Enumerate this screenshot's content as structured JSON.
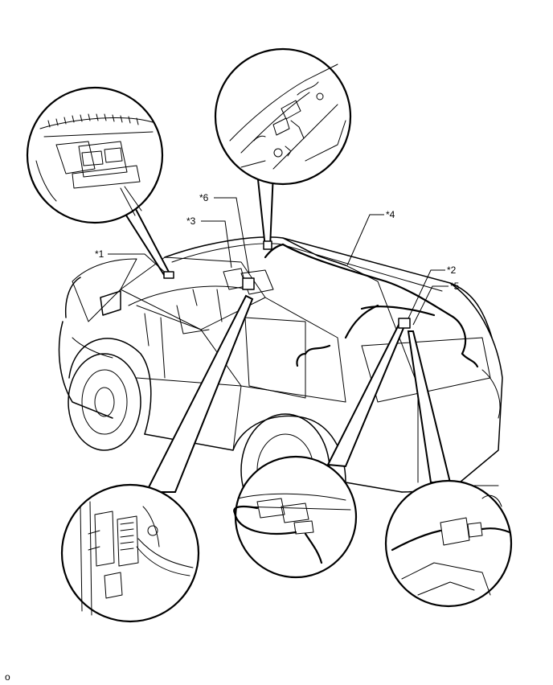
{
  "callouts": [
    {
      "id": "c1",
      "text": "*1"
    },
    {
      "id": "c2",
      "text": "*2"
    },
    {
      "id": "c3",
      "text": "*3"
    },
    {
      "id": "c4",
      "text": "*4"
    },
    {
      "id": "c5",
      "text": "*5"
    },
    {
      "id": "c6",
      "text": "*6"
    }
  ],
  "figure_code": "o"
}
